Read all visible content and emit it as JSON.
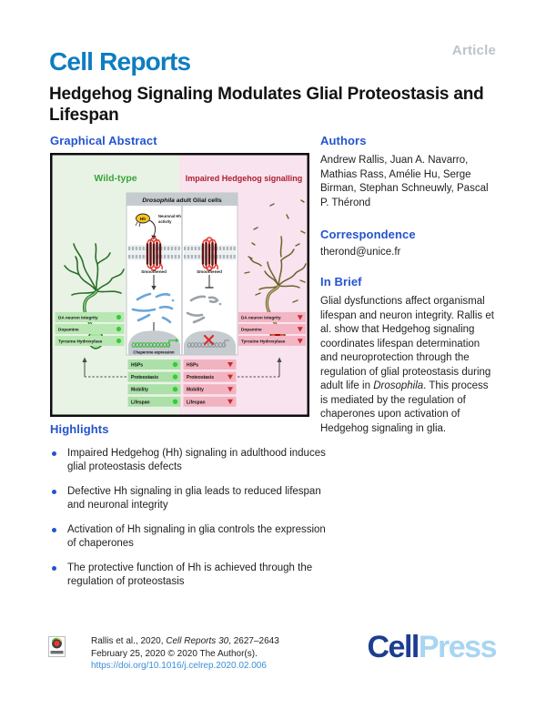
{
  "header": {
    "journal": "Cell Reports",
    "article_type": "Article"
  },
  "title": "Hedgehog Signaling Modulates Glial Proteostasis and Lifespan",
  "graphical_abstract": {
    "heading": "Graphical Abstract"
  },
  "figure": {
    "wild_type_label": "Wild-type",
    "impaired_label": "Impaired Hedgehog signalling",
    "panel_title_italic": "Drosophila",
    "panel_title_rest": " adult Glial cells",
    "hh_ligand_label": "Hh",
    "neuronal_activity_line1": "Neuronal Hh",
    "neuronal_activity_line2": "activity",
    "receptor_label": "Smoothened",
    "chaperone_expression_label": "Chaperone expression",
    "status_labels": [
      "DA neuron integrity",
      "Dopamine",
      "Tyrosine Hydroxylase"
    ],
    "outcome_labels": [
      "HSPs",
      "Proteostasis",
      "Mobility",
      "Lifespan"
    ]
  },
  "authors": {
    "heading": "Authors",
    "names": "Andrew Rallis, Juan A. Navarro, Mathias Rass, Amélie Hu, Serge Birman, Stephan Schneuwly, Pascal P. Thérond"
  },
  "correspondence": {
    "heading": "Correspondence",
    "email": "therond@unice.fr"
  },
  "in_brief": {
    "heading": "In Brief",
    "text_before": "Glial dysfunctions affect organismal lifespan and neuron integrity. Rallis et al. show that Hedgehog signaling coordinates lifespan determination and neuroprotection through the regulation of glial proteostasis during adult life in ",
    "text_italic": "Drosophila",
    "text_after": ". This process is mediated by the regulation of chaperones upon activation of Hedgehog signaling in glia."
  },
  "highlights": {
    "heading": "Highlights",
    "items": [
      "Impaired Hedgehog (Hh) signaling in adulthood induces glial proteostasis defects",
      "Defective Hh signaling in glia leads to reduced lifespan and neuronal integrity",
      "Activation of Hh signaling in glia controls the expression of chaperones",
      "The protective function of Hh is achieved through the regulation of proteostasis"
    ]
  },
  "footer": {
    "citation_part1": "Rallis et al., 2020, ",
    "citation_italic": "Cell Reports 30",
    "citation_part2": ", 2627–2643",
    "citation_line2": "February 25, 2020 © 2020 The Author(s).",
    "doi": "https://doi.org/10.1016/j.celrep.2020.02.006",
    "publisher_dark": "Cell",
    "publisher_light": "Press"
  },
  "colors": {
    "journal_blue": "#0e7dc1",
    "heading_blue": "#2353cf",
    "article_gray": "#bcc3ca",
    "doi_link_blue": "#3a8fd6",
    "cellpress_dark_blue": "#1d3d91",
    "cellpress_light_blue": "#a8d5f2",
    "figure_wildtype_green_bg": "#e9f3e5",
    "figure_impaired_pink_bg": "#f9e3ee",
    "wildtype_title_green": "#3aa43a",
    "impaired_title_red": "#ad1f2f",
    "up_indicator_green": "#35cc35",
    "down_indicator_red": "#cf2727"
  }
}
